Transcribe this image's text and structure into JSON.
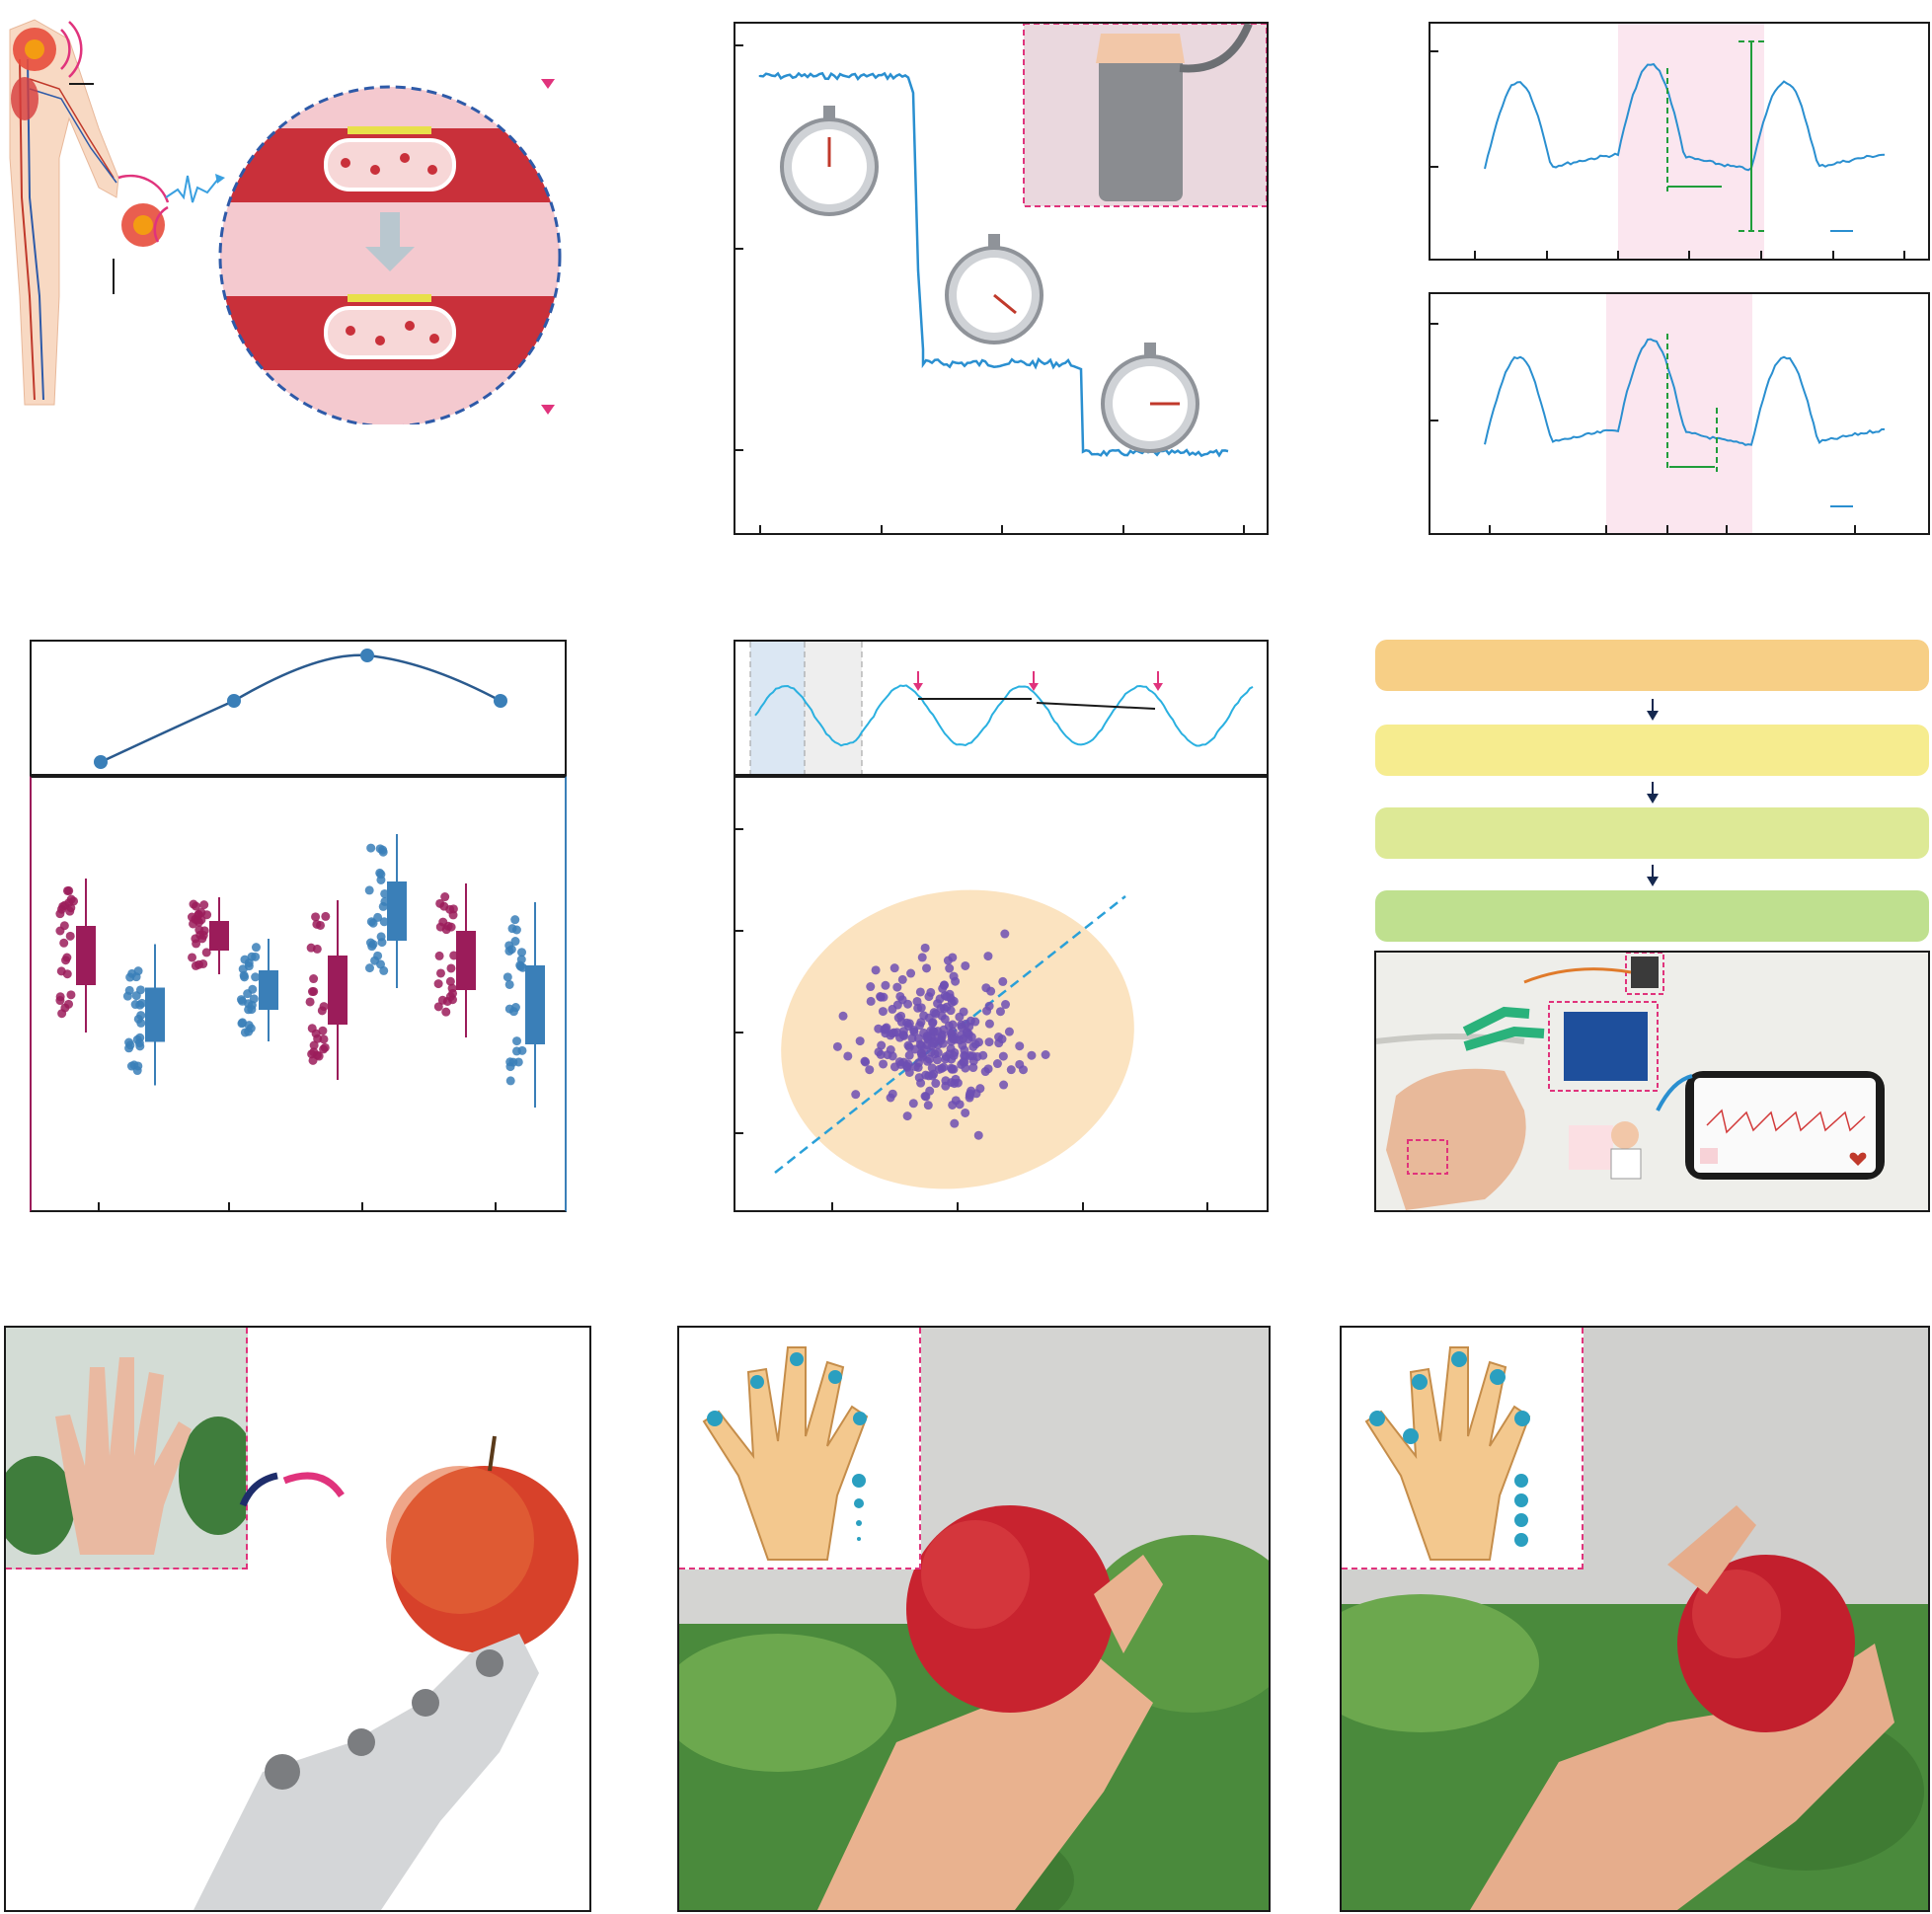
{
  "colors": {
    "frame": "#1a1a1a",
    "trace_blue": "#2a8fd0",
    "maroon": "#9b1c5a",
    "steel_blue": "#3a7fb8",
    "magenta": "#e0337c",
    "green_dash": "#1f9d3a",
    "navy": "#15284f",
    "flow_orange": "#f7cf86",
    "flow_yellow": "#f6ec8f",
    "flow_yellowgreen": "#dde996",
    "flow_green": "#bfe08f",
    "scatter_purple": "#6d4fb3",
    "ellipse_fill": "#fbe3c0"
  },
  "icons": [
    "stopwatch-icon",
    "heart-icon",
    "doctor-icon",
    "arrow-icon"
  ],
  "chart_data": [
    {
      "type": "line",
      "panel": "pressure-steps",
      "x": [
        0,
        1,
        2,
        3,
        4,
        5,
        6,
        7,
        8
      ],
      "values": [
        0.9,
        0.9,
        0.9,
        0.32,
        0.32,
        0.32,
        0.12,
        0.12,
        0.12
      ],
      "grid": false
    },
    {
      "type": "line",
      "panel": "pulse-wave-top",
      "x": [
        0,
        0.5,
        1,
        1.5,
        2,
        2.5,
        3
      ],
      "values": [
        0.1,
        0.95,
        0.2,
        0.95,
        0.1,
        0.92,
        0.15
      ],
      "grid": false
    },
    {
      "type": "line",
      "panel": "pulse-wave-bottom",
      "x": [
        0,
        0.5,
        1,
        1.5,
        2,
        2.5,
        3
      ],
      "values": [
        0.1,
        0.95,
        0.2,
        0.92,
        0.12,
        0.9,
        0.15
      ],
      "grid": false
    },
    {
      "type": "line",
      "panel": "box-top-line",
      "categories": [
        "1",
        "2",
        "3",
        "4"
      ],
      "values": [
        0.1,
        0.55,
        0.88,
        0.55
      ],
      "grid": false
    },
    {
      "type": "bar",
      "panel": "box-plots",
      "categories": [
        "1",
        "2",
        "3",
        "4"
      ],
      "series": [
        {
          "values": [
            0.62,
            0.78,
            0.48,
            0.55
          ]
        },
        {
          "values": [
            0.3,
            0.42,
            0.72,
            0.38
          ]
        }
      ],
      "grid": false
    },
    {
      "type": "line",
      "panel": "wave-with-arrows",
      "x": [
        0,
        1,
        2,
        3,
        4,
        5,
        6,
        7
      ],
      "values": [
        0.2,
        0.7,
        0.2,
        0.6,
        0.2,
        0.6,
        0.3,
        0.5
      ],
      "grid": false
    },
    {
      "type": "scatter",
      "panel": "bland-altman",
      "x_range": [
        0,
        10
      ],
      "y_range": [
        0,
        10
      ],
      "grid": false
    }
  ]
}
